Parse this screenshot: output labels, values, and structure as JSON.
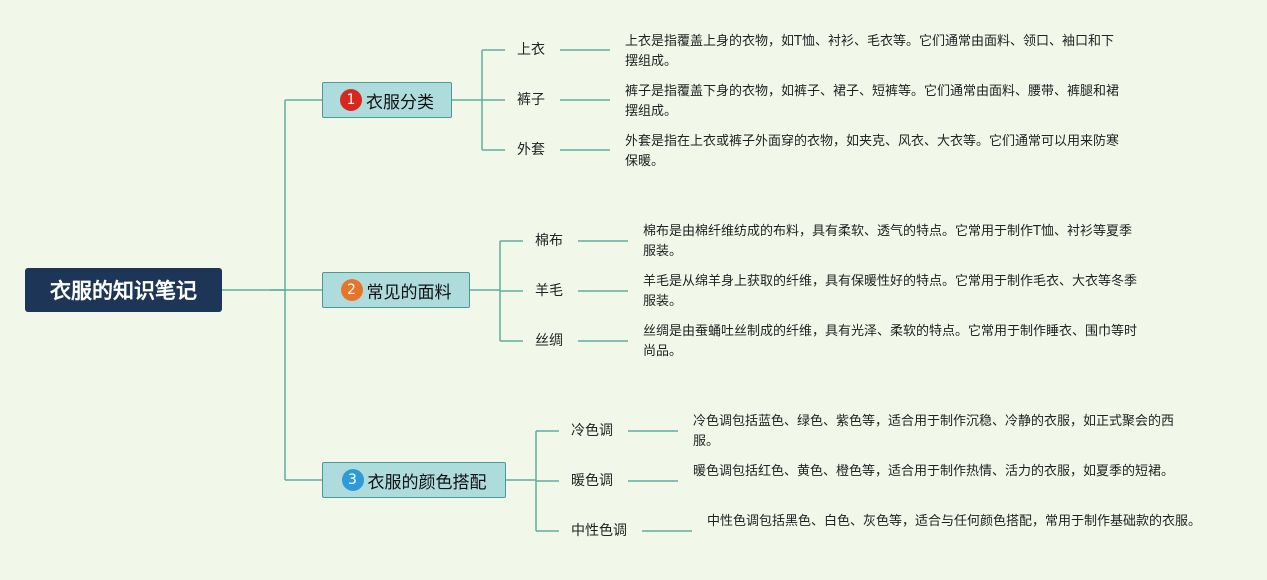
{
  "root": {
    "title": "衣服的知识笔记"
  },
  "colors": {
    "line": "#5fae9e",
    "root_bg": "#1d3557",
    "branch_bg": "#aedbdc",
    "branch_border": "#4a9a96",
    "background": "#f1f8ea"
  },
  "branches": [
    {
      "badge": "1",
      "badge_color": "#d8281e",
      "label": "衣服分类",
      "children": [
        {
          "label": "上衣",
          "desc": "上衣是指覆盖上身的衣物，如T恤、衬衫、毛衣等。它们通常由面料、领口、袖口和下摆组成。"
        },
        {
          "label": "裤子",
          "desc": "裤子是指覆盖下身的衣物，如裤子、裙子、短裤等。它们通常由面料、腰带、裤腿和裙摆组成。"
        },
        {
          "label": "外套",
          "desc": "外套是指在上衣或裤子外面穿的衣物，如夹克、风衣、大衣等。它们通常可以用来防寒保暖。"
        }
      ]
    },
    {
      "badge": "2",
      "badge_color": "#e8742a",
      "label": "常见的面料",
      "children": [
        {
          "label": "棉布",
          "desc": "棉布是由棉纤维纺成的布料，具有柔软、透气的特点。它常用于制作T恤、衬衫等夏季服装。"
        },
        {
          "label": "羊毛",
          "desc": "羊毛是从绵羊身上获取的纤维，具有保暖性好的特点。它常用于制作毛衣、大衣等冬季服装。"
        },
        {
          "label": "丝绸",
          "desc": "丝绸是由蚕蛹吐丝制成的纤维，具有光泽、柔软的特点。它常用于制作睡衣、围巾等时尚品。"
        }
      ]
    },
    {
      "badge": "3",
      "badge_color": "#2f9ad8",
      "label": "衣服的颜色搭配",
      "children": [
        {
          "label": "冷色调",
          "desc": "冷色调包括蓝色、绿色、紫色等，适合用于制作沉稳、冷静的衣服，如正式聚会的西服。"
        },
        {
          "label": "暖色调",
          "desc": "暖色调包括红色、黄色、橙色等，适合用于制作热情、活力的衣服，如夏季的短裙。"
        },
        {
          "label": "中性色调",
          "desc": "中性色调包括黑色、白色、灰色等，适合与任何颜色搭配，常用于制作基础款的衣服。"
        }
      ]
    }
  ]
}
